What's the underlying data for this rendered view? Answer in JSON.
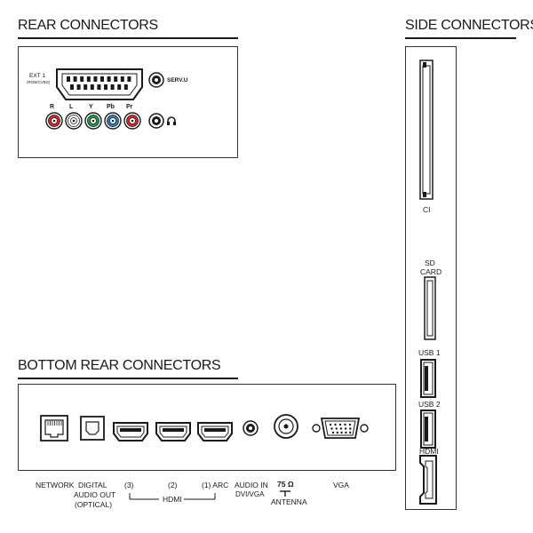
{
  "rear": {
    "title": "REAR CONNECTORS",
    "ext1_label": "EXT 1",
    "ext1_sub": "(RGB/CVBS)",
    "serv_label": "SERV.U",
    "headphone_symbol": "headphone-icon",
    "rca": [
      {
        "label": "R",
        "color": "#d9252b"
      },
      {
        "label": "L",
        "color": "#ffffff"
      },
      {
        "label": "Y",
        "color": "#1e9a4a"
      },
      {
        "label": "Pb",
        "color": "#2a7fc1"
      },
      {
        "label": "Pr",
        "color": "#d9252b"
      }
    ]
  },
  "side": {
    "title": "SIDE CONNECTORS",
    "ci_label": "CI",
    "sd_label_1": "SD",
    "sd_label_2": "CARD",
    "usb1_label": "USB 1",
    "usb2_label": "USB 2",
    "hdmi_label": "HDMI"
  },
  "bottom": {
    "title": "BOTTOM REAR CONNECTORS",
    "network_label": "NETWORK",
    "digital_label_1": "DIGITAL",
    "digital_label_2": "AUDIO OUT",
    "digital_label_3": "(OPTICAL)",
    "hdmi3_label": "(3)",
    "hdmi2_label": "(2)",
    "hdmi1_label": "(1) ARC",
    "hdmi_group_label": "HDMI",
    "audio_in_label_1": "AUDIO IN",
    "audio_in_label_2": "DVI/VGA",
    "antenna_label_1": "75 Ω",
    "antenna_label_2": "ANTENNA",
    "vga_label": "VGA"
  }
}
